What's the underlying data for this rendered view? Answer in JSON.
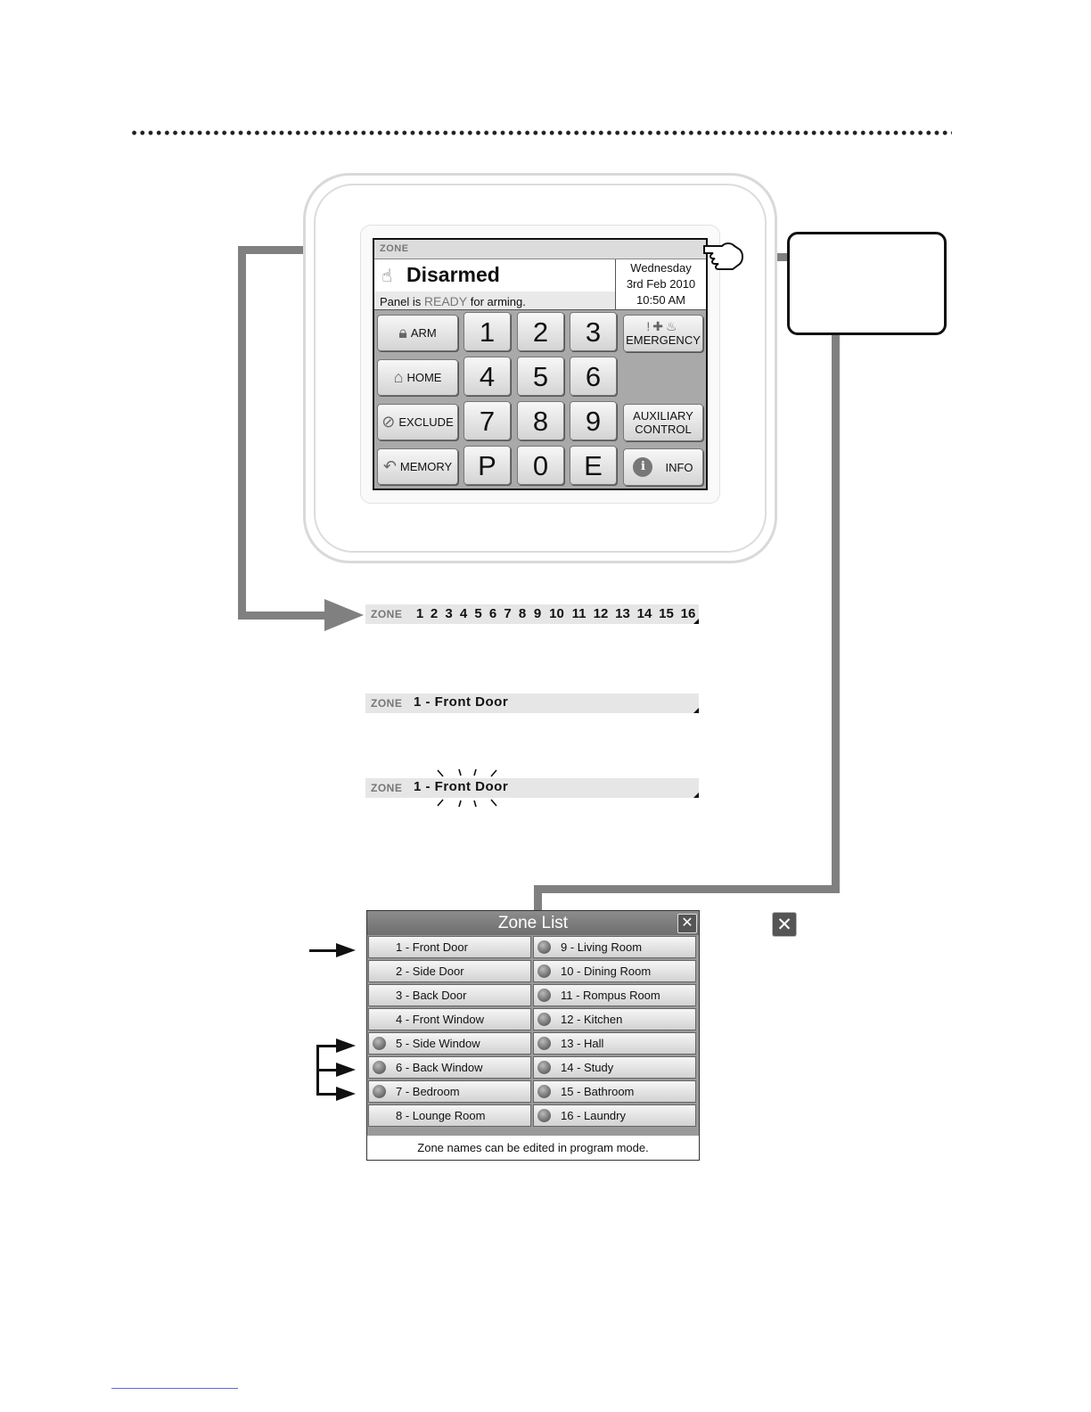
{
  "keypad": {
    "zone_label": "ZONE",
    "status_title": "Disarmed",
    "status_prefix": "Panel is",
    "status_ready": "READY",
    "status_suffix": "for arming.",
    "date_line1": "Wednesday",
    "date_line2": "3rd Feb 2010",
    "date_line3": "10:50 AM",
    "keys": {
      "arm": "ARM",
      "home": "HOME",
      "exclude": "EXCLUDE",
      "memory": "MEMORY",
      "emergency": "EMERGENCY",
      "auxiliary_line1": "AUXILIARY",
      "auxiliary_line2": "CONTROL",
      "info": "INFO",
      "digits": [
        "1",
        "2",
        "3",
        "4",
        "5",
        "6",
        "7",
        "8",
        "9",
        "P",
        "0",
        "E"
      ]
    }
  },
  "zone_strips": {
    "label": "ZONE",
    "numbers": [
      "1",
      "2",
      "3",
      "4",
      "5",
      "6",
      "7",
      "8",
      "9",
      "10",
      "11",
      "12",
      "13",
      "14",
      "15",
      "16"
    ],
    "selected": "1 - Front Door",
    "flashing": "1 - Front Door"
  },
  "zone_list": {
    "title": "Zone List",
    "close": "✕",
    "left": [
      {
        "label": "1 - Front Door",
        "active": false
      },
      {
        "label": "2 - Side Door",
        "active": false
      },
      {
        "label": "3 - Back Door",
        "active": false
      },
      {
        "label": "4 - Front Window",
        "active": false
      },
      {
        "label": "5 - Side Window",
        "active": true
      },
      {
        "label": "6 - Back Window",
        "active": true
      },
      {
        "label": "7 - Bedroom",
        "active": true
      },
      {
        "label": "8 - Lounge Room",
        "active": false
      }
    ],
    "right": [
      {
        "label": "9 - Living Room",
        "active": true
      },
      {
        "label": "10 - Dining Room",
        "active": true
      },
      {
        "label": "11 - Rompus Room",
        "active": true
      },
      {
        "label": "12 - Kitchen",
        "active": true
      },
      {
        "label": "13 - Hall",
        "active": true
      },
      {
        "label": "14 - Study",
        "active": true
      },
      {
        "label": "15 - Bathroom",
        "active": true
      },
      {
        "label": "16 - Laundry",
        "active": true
      }
    ],
    "footer": "Zone names can be edited in program mode."
  },
  "legend_close": "✕"
}
